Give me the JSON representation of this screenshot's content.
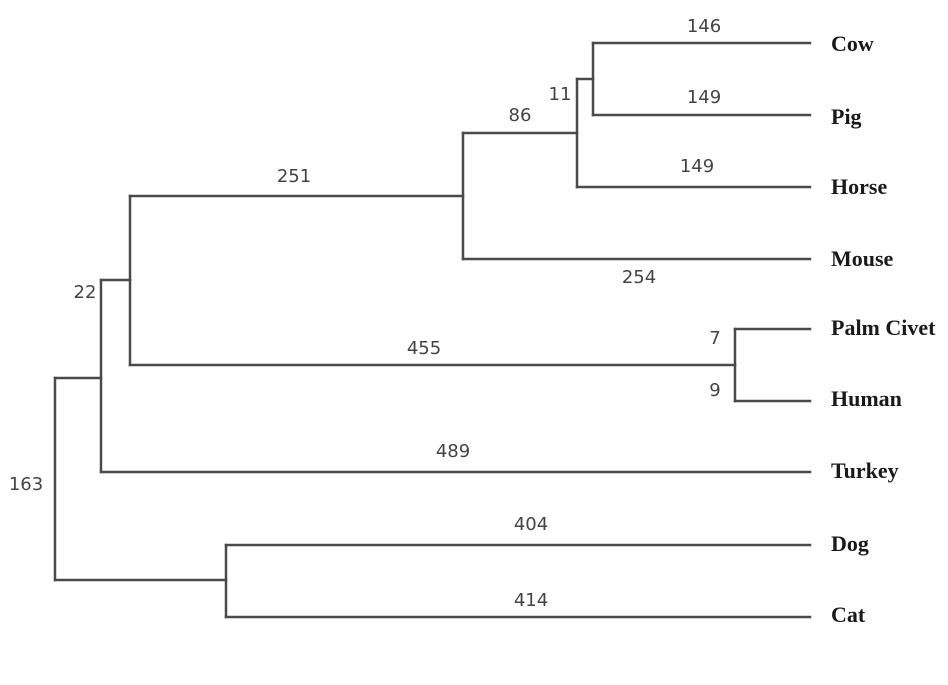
{
  "tree": {
    "taxa": [
      "Cow",
      "Pig",
      "Horse",
      "Mouse",
      "Palm Civet",
      "Human",
      "Turkey",
      "Dog",
      "Cat"
    ],
    "branch_lengths": {
      "cow": "146",
      "pig": "149",
      "cow_pig_stem": "11",
      "horse": "149",
      "ungulate_stem": "86",
      "mouse": "254",
      "mammal_upper_stem": "251",
      "palm_civet": "7",
      "human": "9",
      "civet_human_stem": "455",
      "inner_stem": "22",
      "turkey": "489",
      "dog": "404",
      "cat": "414",
      "root": "163"
    }
  },
  "colors": {
    "branch": "#4a4a4a",
    "label": "#444444",
    "taxon": "#1a1a1a"
  }
}
